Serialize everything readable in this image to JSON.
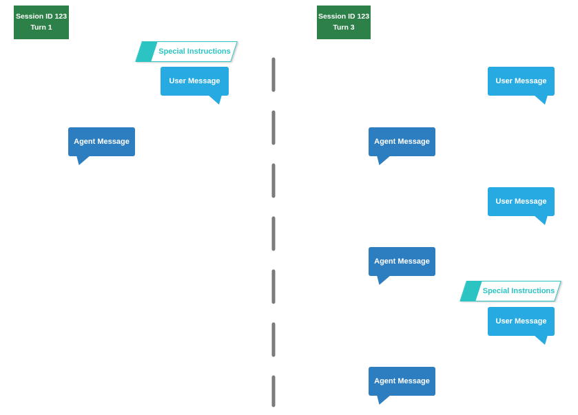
{
  "diagram": {
    "left_session": {
      "header": {
        "line1": "Session ID 123",
        "line2": "Turn 1"
      },
      "flow": [
        {
          "type": "special_instructions",
          "label": "Special Instructions"
        },
        {
          "type": "user_message",
          "label": "User Message"
        },
        {
          "type": "agent_message",
          "label": "Agent Message"
        }
      ]
    },
    "right_session": {
      "header": {
        "line1": "Session ID 123",
        "line2": "Turn 3"
      },
      "flow": [
        {
          "type": "user_message",
          "label": "User Message"
        },
        {
          "type": "agent_message",
          "label": "Agent Message"
        },
        {
          "type": "user_message",
          "label": "User Message"
        },
        {
          "type": "agent_message",
          "label": "Agent Message"
        },
        {
          "type": "special_instructions",
          "label": "Special Instructions"
        },
        {
          "type": "user_message",
          "label": "User Message"
        },
        {
          "type": "agent_message",
          "label": "Agent Message"
        }
      ]
    },
    "colors": {
      "session_header_green": "#2E8049",
      "user_message_blue": "#27AAE1",
      "agent_message_blue": "#2D7EC0",
      "special_instructions_teal": "#2BC4C3",
      "divider_gray": "#7B7B7B"
    }
  }
}
